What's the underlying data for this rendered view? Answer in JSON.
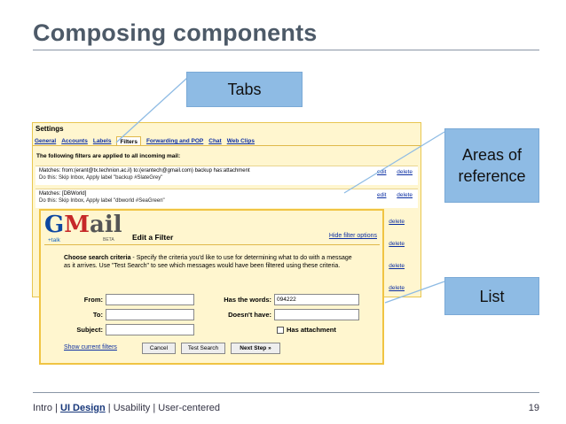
{
  "slide": {
    "title": "Composing components",
    "page_number": "19"
  },
  "callouts": {
    "tabs": "Tabs",
    "areas": "Areas of reference",
    "list": "List"
  },
  "settings": {
    "heading": "Settings",
    "tabs": [
      "General",
      "Accounts",
      "Labels",
      "Filters",
      "Forwarding and POP",
      "Chat",
      "Web Clips"
    ],
    "active_tab": "Filters",
    "intro": "The following filters are applied to all incoming mail:",
    "filters": [
      {
        "matches": "Matches: from:(erant@tx.technion.ac.il) to:(erantech@gmail.com) backup has:attachment",
        "action": "Do this: Skip Inbox, Apply label \"backup #SlateGrey\""
      },
      {
        "matches": "Matches: [DBWorld]",
        "action": "Do this: Skip Inbox, Apply label \"dbworld #SeaGreen\""
      }
    ],
    "edit_label": "edit",
    "delete_label": "delete"
  },
  "dialog": {
    "logo_g": "G",
    "logo_m": "M",
    "logo_rest": "ail",
    "logo_sub": "+talk",
    "beta": "BETA",
    "title": "Edit a Filter",
    "hide_link": "Hide filter options",
    "criteria_bold": "Choose search criteria",
    "criteria_text": " - Specify the criteria you'd like to use for determining what to do with a message as it arrives. Use \"Test Search\" to see which messages would have been filtered using these criteria.",
    "fields": {
      "from_label": "From:",
      "to_label": "To:",
      "subject_label": "Subject:",
      "has_words_label": "Has the words:",
      "has_words_value": "094222",
      "doesnt_have_label": "Doesn't have:",
      "has_attachment_label": "Has attachment"
    },
    "show_filters": "Show current filters",
    "cancel": "Cancel",
    "test_search": "Test Search",
    "next_step": "Next Step »"
  },
  "footer": {
    "intro": "Intro",
    "ui_design": "UI Design",
    "usability": "Usability",
    "user_centered": "User-centered",
    "sep": " | "
  },
  "colors": {
    "title": "#4d5a68",
    "callout": "#8ebbe4",
    "panel": "#fff6cf",
    "panel_border": "#f0c443"
  }
}
